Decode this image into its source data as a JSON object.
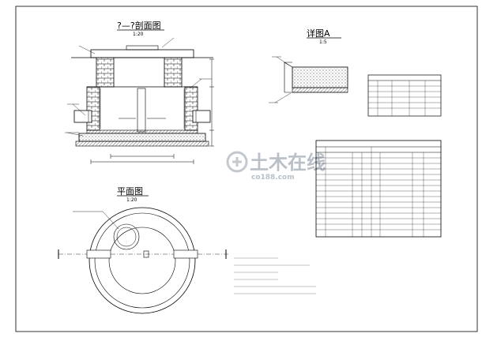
{
  "section": {
    "title": "?—?剖面图",
    "scale": "1:20"
  },
  "detail": {
    "title": "详图A",
    "scale": "1:5",
    "mark": "A"
  },
  "plan": {
    "title": "平面图",
    "scale": "1:20"
  },
  "watermark": {
    "cn": "土木在线",
    "en": "co188.com"
  }
}
